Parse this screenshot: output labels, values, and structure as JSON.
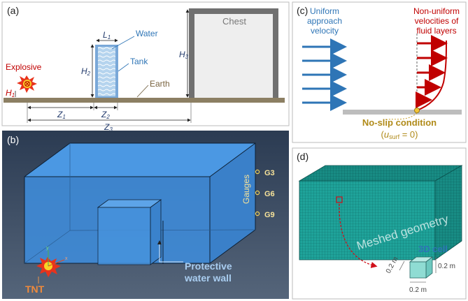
{
  "panel_a": {
    "label": "(a)",
    "chest": "Chest",
    "water": "Water",
    "tank": "Tank",
    "earth": "Earth",
    "explosive": "Explosive",
    "L1": "L",
    "L1_sub": "1",
    "H1": "H",
    "H1_sub": "1",
    "H2": "H",
    "H2_sub": "2",
    "H3": "H",
    "H3_sub": "3",
    "Z1": "Z",
    "Z1_sub": "1",
    "Z2": "Z",
    "Z2_sub": "2",
    "Z3": "Z",
    "Z3_sub": "3"
  },
  "panel_b": {
    "label": "(b)",
    "gauges_title": "Gauges",
    "gauges": [
      "G3",
      "G6",
      "G9"
    ],
    "tnt": "TNT",
    "wall_label_line1": "Protective",
    "wall_label_line2": "water wall",
    "axis_y": "y",
    "axis_x": "x"
  },
  "panel_c": {
    "label": "(c)",
    "uniform_line1": "Uniform",
    "uniform_line2": "approach",
    "uniform_line3": "velocity",
    "nonuniform_line1": "Non-uniform",
    "nonuniform_line2": "velocities of",
    "nonuniform_line3": "fluid layers",
    "noslip": "No-slip condition",
    "u_open": "(",
    "u": "u",
    "u_sub": "surf",
    "u_close": " = 0)"
  },
  "panel_d": {
    "label": "(d)",
    "meshed": "Meshed geometry",
    "cell_title": "3D cell",
    "dim_a": "0.2 m",
    "dim_b": "0.2 m",
    "dim_c": "0.2 m"
  },
  "colors": {
    "blue_arrow": "#2e75b6",
    "red_arrow": "#c00000",
    "water": "#a9cbe8",
    "mesh": "#1b9e96",
    "domain_bg": "#2c3e55",
    "box_blue": "#3e8ed8",
    "gold": "#c8a02c"
  }
}
